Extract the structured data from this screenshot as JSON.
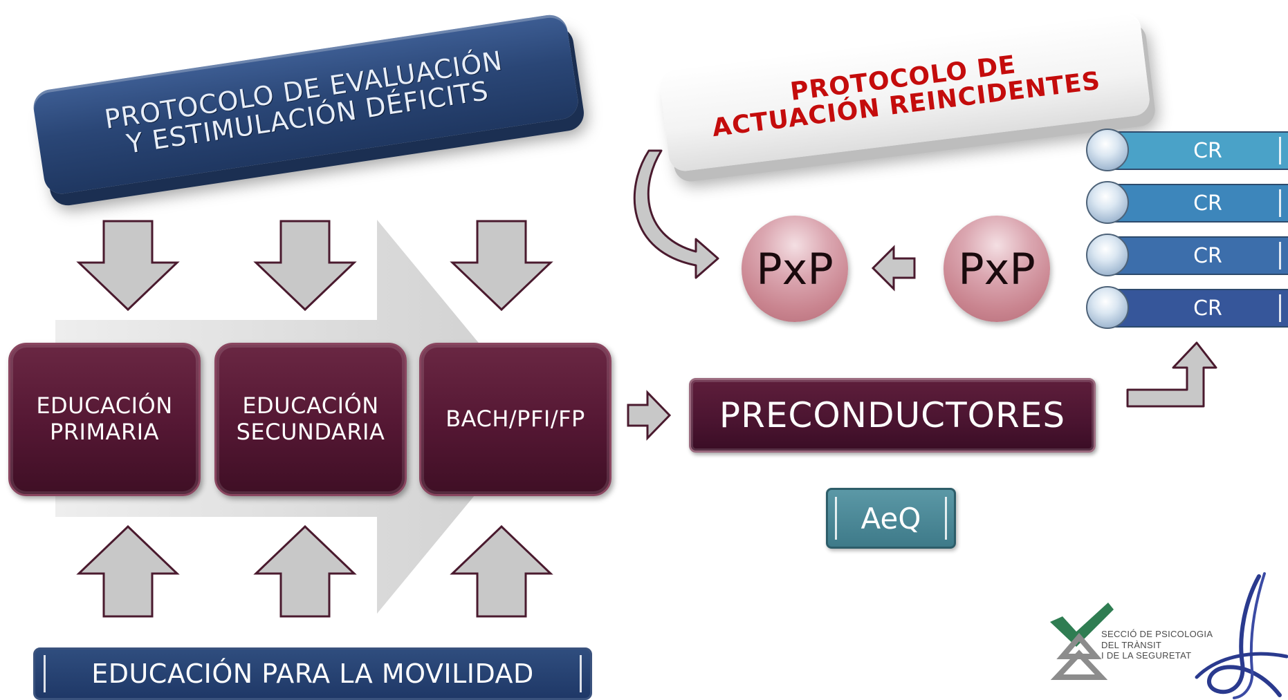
{
  "banners": {
    "left_line1": "PROTOCOLO DE EVALUACIÓN",
    "left_line2": "Y ESTIMULACIÓN DÉFICITS",
    "right_line1": "PROTOCOLO DE",
    "right_line2": "ACTUACIÓN REINCIDENTES"
  },
  "education_blocks": [
    {
      "line1": "EDUCACIÓN",
      "line2": "PRIMARIA"
    },
    {
      "line1": "EDUCACIÓN",
      "line2": "SECUNDARIA"
    },
    {
      "line1": "BACH/PFI/FP",
      "line2": ""
    }
  ],
  "footer_bar": "EDUCACIÓN PARA LA MOVILIDAD",
  "preconductores": "PRECONDUCTORES",
  "aeq": "AeQ",
  "pxp": [
    "PxP",
    "PxP"
  ],
  "cr_list": [
    {
      "label": "CR",
      "color": "#4aa2c8"
    },
    {
      "label": "CR",
      "color": "#3d86bb"
    },
    {
      "label": "CR",
      "color": "#3c6eab"
    },
    {
      "label": "CR",
      "color": "#36569a"
    }
  ],
  "logo": {
    "line1": "SECCIÓ DE PSICOLOGIA",
    "line2": "DEL TRÀNSIT",
    "line3": "I DE LA SEGURETAT"
  },
  "colors": {
    "navy": "#1f3761",
    "maroon": "#541733",
    "red_text": "#c40c0c",
    "gray_arrow": "#c8c8c8",
    "teal": "#3e7a89"
  }
}
